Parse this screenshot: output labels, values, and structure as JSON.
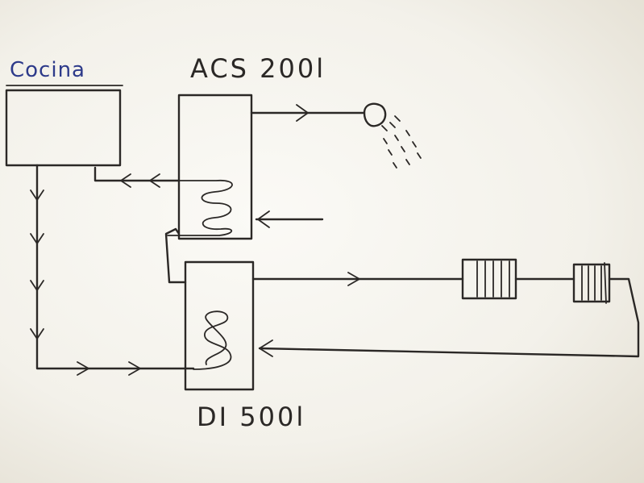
{
  "labels": {
    "cocina": "Cocina",
    "acs": "ACS 200l",
    "di": "DI 500l"
  },
  "colors": {
    "ink": "#2b2826",
    "label_cocina": "#2d3a8a",
    "paper": "#f4f1ea"
  },
  "icons": [
    "shower-head-icon",
    "radiator-icon",
    "coil-icon",
    "arrow-icon"
  ]
}
